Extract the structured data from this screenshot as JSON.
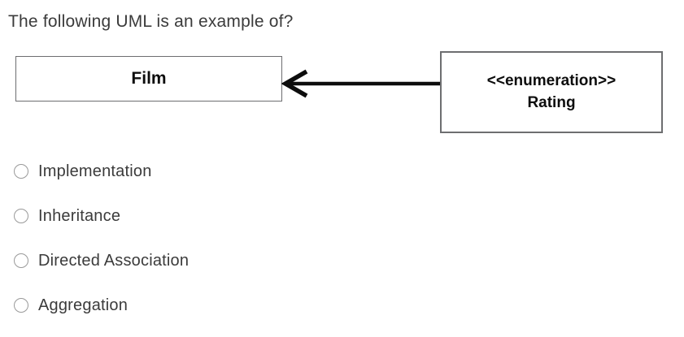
{
  "question": {
    "title": "The following UML is an example of?"
  },
  "diagram": {
    "film_box": {
      "label": "Film"
    },
    "enum_box": {
      "stereotype": "<<enumeration>>",
      "name": "Rating"
    },
    "arrow": {
      "type": "directed-association",
      "direction": "left",
      "from": "Rating",
      "to": "Film"
    }
  },
  "options": [
    {
      "label": "Implementation",
      "selected": false
    },
    {
      "label": "Inheritance",
      "selected": false
    },
    {
      "label": "Directed Association",
      "selected": false
    },
    {
      "label": "Aggregation",
      "selected": false
    }
  ],
  "colors": {
    "background": "#ffffff",
    "title_text": "#3b3b3b",
    "option_text": "#3b3b3b",
    "diagram_ink": "#0d0d0d",
    "box_border": "#6d6e70",
    "radio_border": "#999999"
  }
}
